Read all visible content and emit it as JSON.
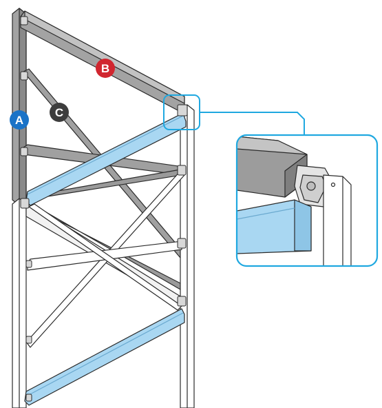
{
  "labels": {
    "a": {
      "text": "A",
      "color": "#1a73c7"
    },
    "b": {
      "text": "B",
      "color": "#d1262f"
    },
    "c": {
      "text": "C",
      "color": "#3d3d3d"
    }
  },
  "colors": {
    "grey_member": "#a3a3a3",
    "grey_dark": "#7c7c7c",
    "highlight_blue": "#a9d7f2",
    "callout_stroke": "#1fa8e0",
    "outline": "#2a2a2a",
    "white_member": "#ffffff"
  }
}
